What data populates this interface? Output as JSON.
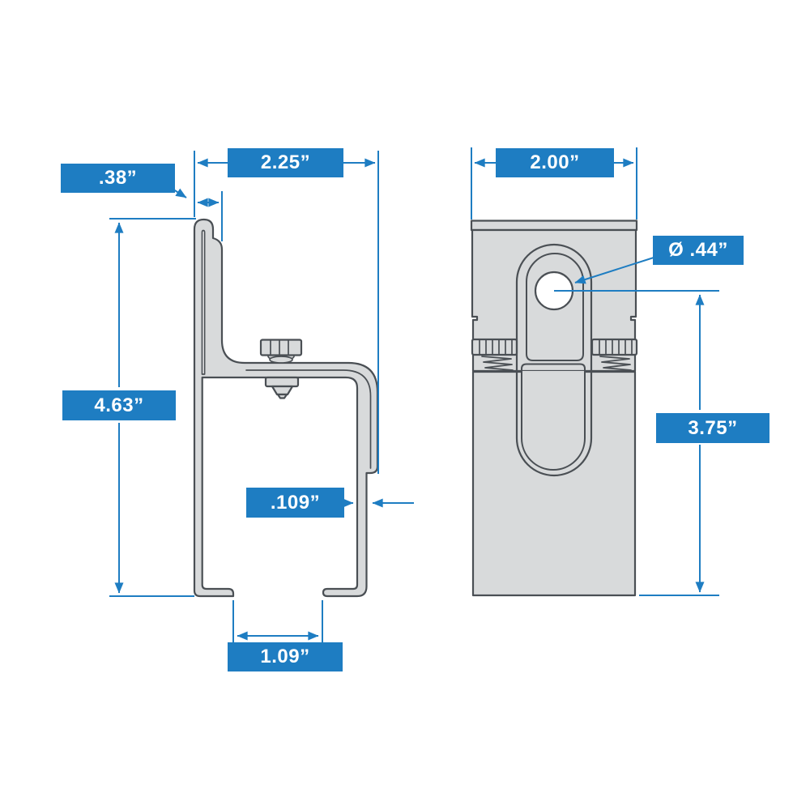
{
  "drawing": {
    "type": "technical-dimension-drawing",
    "subject": "clamp-on mounting bracket with thumbscrews",
    "views": {
      "side_view": "bracket side profile with thumbscrew and clamp pad",
      "front_view": "bracket front face with slotted tab, mounting hole and two thumbscrews"
    },
    "colors": {
      "accent_blue": "#1e7dc2",
      "label_text": "#ffffff",
      "metal_fill": "#d8dadb",
      "metal_stroke": "#4a4f54",
      "hole_fill": "#ffffff",
      "background": "#ffffff"
    }
  },
  "dims": {
    "d38": {
      "label": ".38”",
      "meaning": "top flange offset"
    },
    "d225": {
      "label": "2.25”",
      "meaning": "overall depth"
    },
    "d200": {
      "label": "2.00”",
      "meaning": "overall width"
    },
    "d044": {
      "label": "Ø .44”",
      "meaning": "hole diameter"
    },
    "d463": {
      "label": "4.63”",
      "meaning": "overall height"
    },
    "d109": {
      "label": ".109”",
      "meaning": "material thickness"
    },
    "d375": {
      "label": "3.75”",
      "meaning": "hole center to bottom"
    },
    "d1_09": {
      "label": "1.09”",
      "meaning": "channel opening width"
    }
  }
}
